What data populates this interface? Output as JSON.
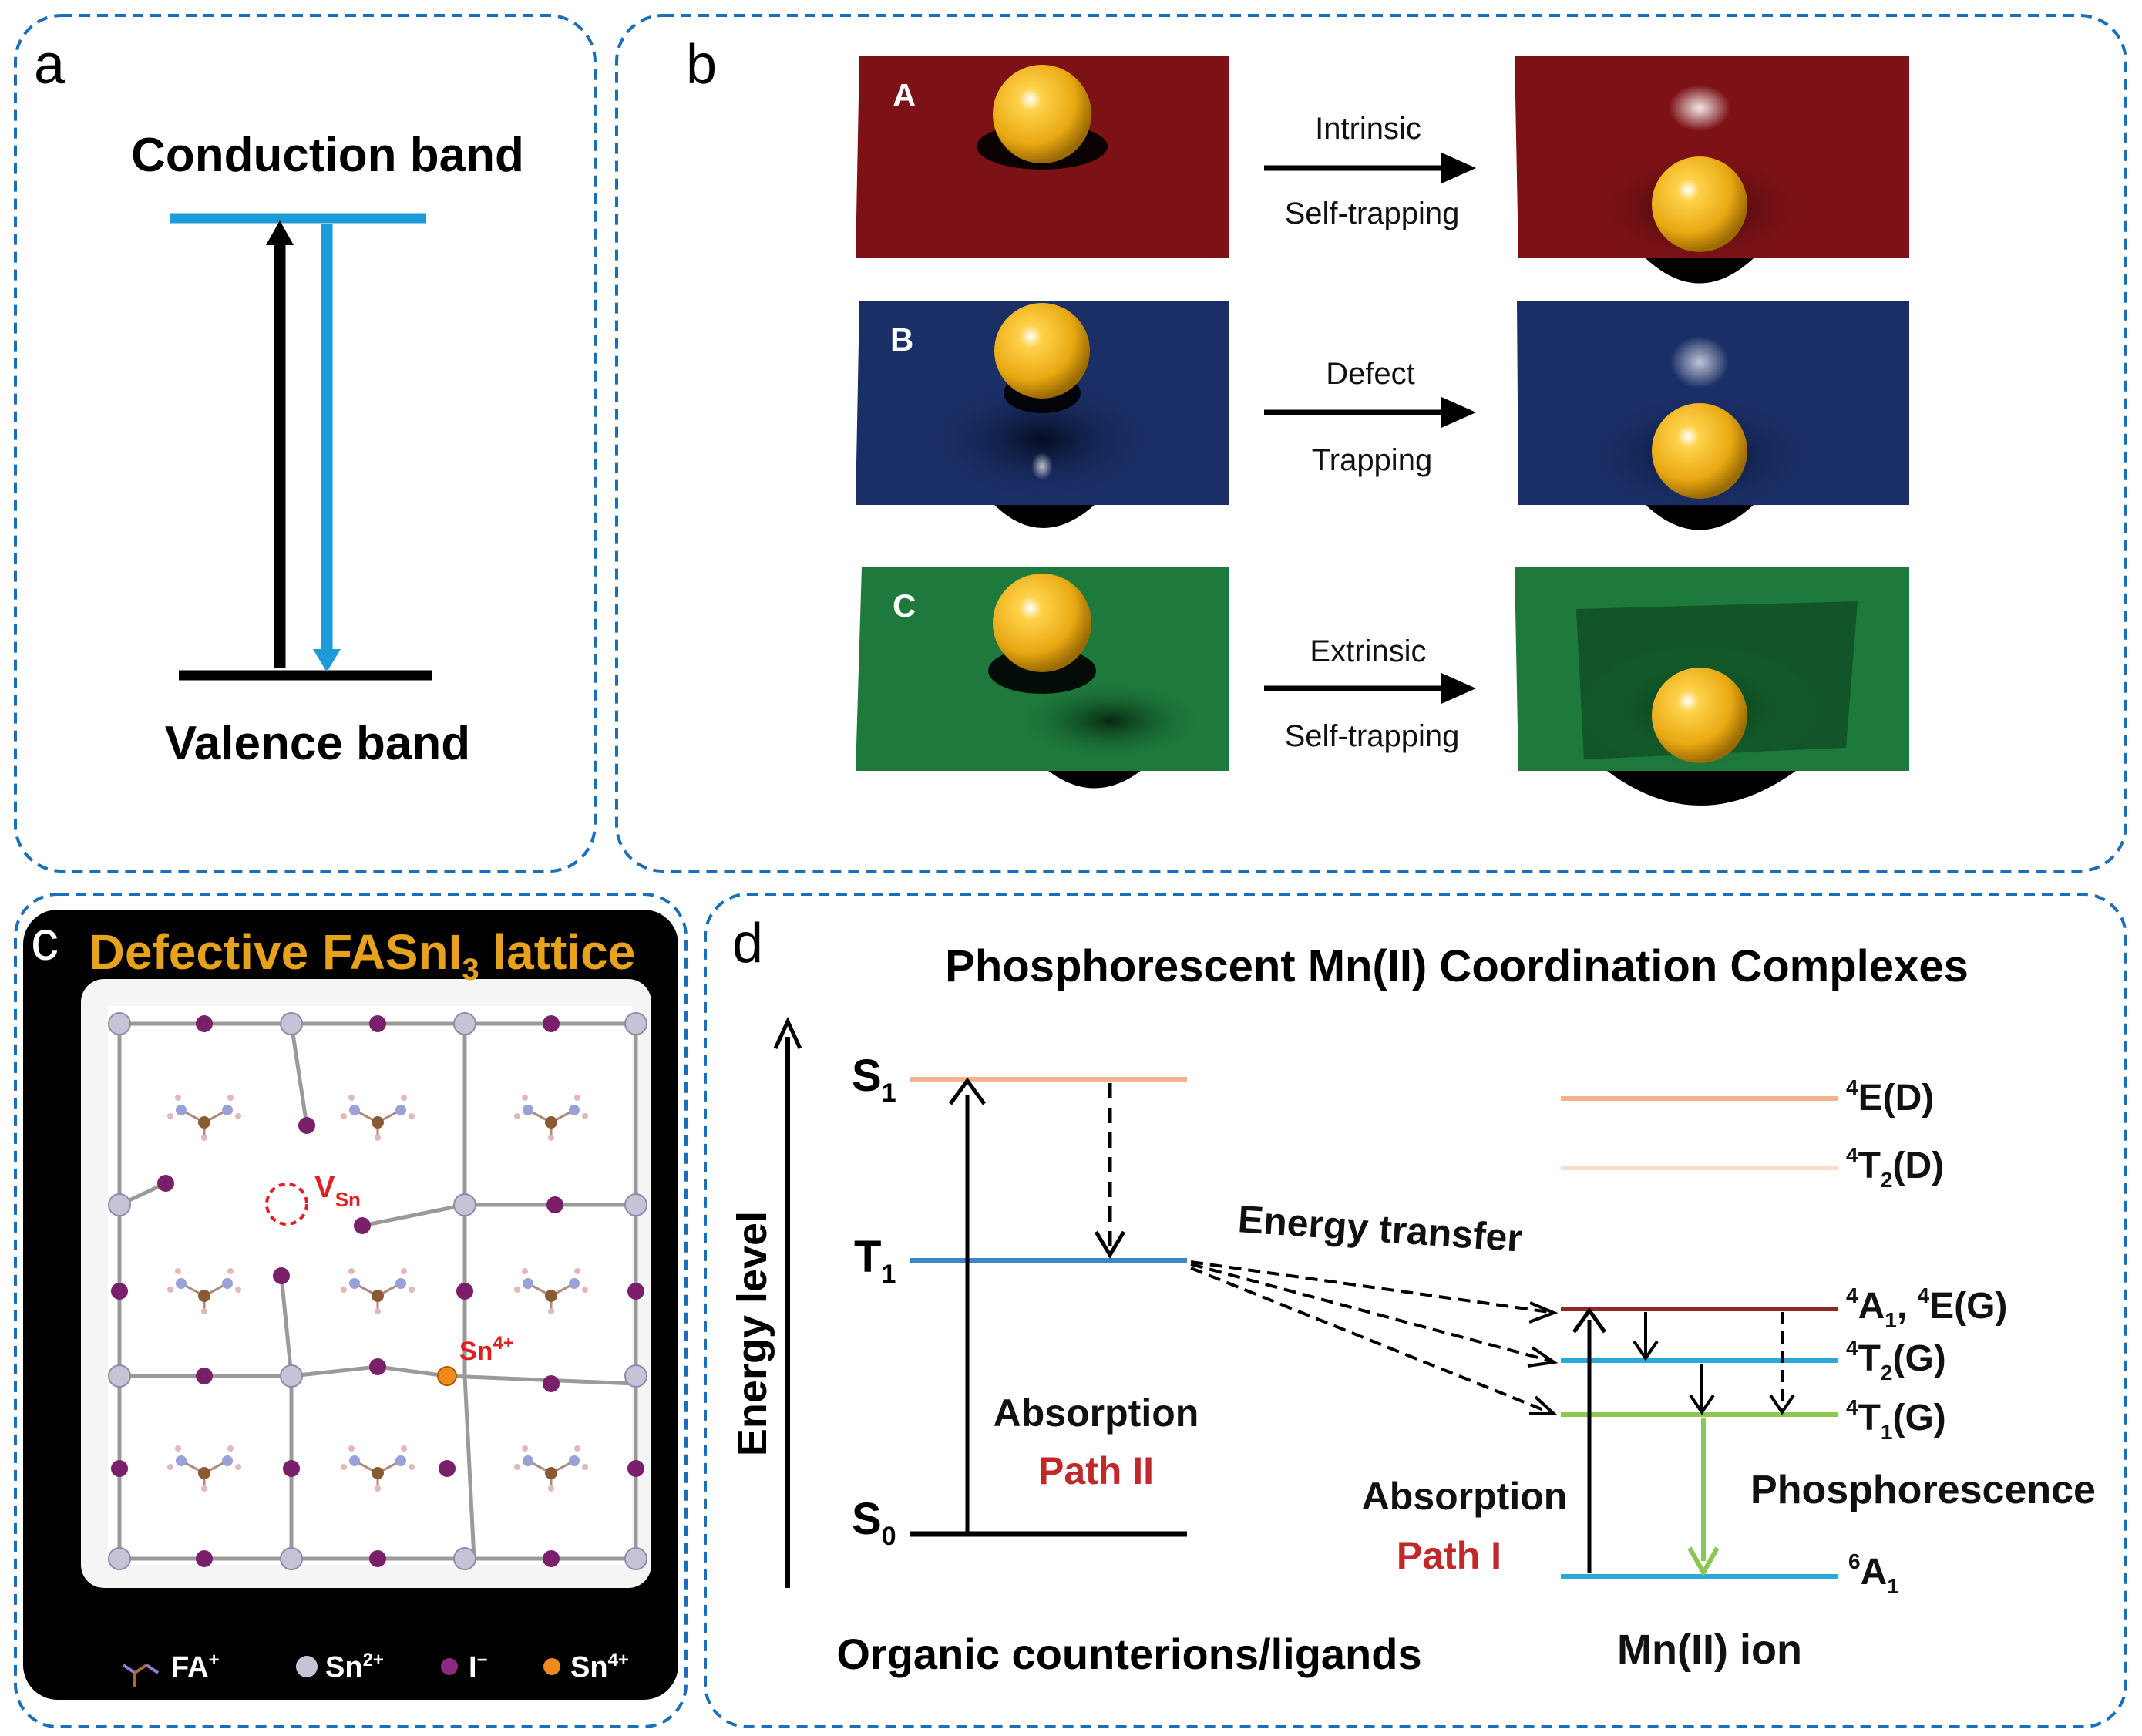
{
  "colors": {
    "frame": "#1a6fb8",
    "blue_level": "#1e9ad6",
    "red_plane": "#7d1216",
    "blue_plane": "#1a2f66",
    "green_plane": "#1e7a3c",
    "ball": "#f2b51a",
    "orange_title": "#e6a21c",
    "path_red": "#c0282a",
    "s1_level": "#f2b391",
    "t1_level": "#3a86c8",
    "green_level": "#8cc653",
    "dark_red_level": "#8c2a2a",
    "cyan_level": "#2aa8d8",
    "iodide": "#7a1f6a",
    "tin2": "#c7c3d6",
    "tin4": "#f08a1c"
  },
  "panel_a": {
    "label": "a",
    "conduction": "Conduction band",
    "valence": "Valence band"
  },
  "panel_b": {
    "label": "b",
    "rows": [
      {
        "tag": "A",
        "top": "Intrinsic",
        "bottom": "Self-trapping"
      },
      {
        "tag": "B",
        "top": "Defect",
        "bottom": "Trapping"
      },
      {
        "tag": "C",
        "top": "Extrinsic",
        "bottom": "Self-trapping"
      }
    ]
  },
  "panel_c": {
    "label": "c",
    "title_main": "Defective FASnI",
    "title_sub": "3",
    "title_end": " lattice",
    "vacancy": "V",
    "vacancy_sub": "Sn",
    "sn4_annot": "Sn",
    "sn4_annot_sup": "4+",
    "legend": {
      "fa": "FA",
      "fa_sup": "+",
      "sn2": "Sn",
      "sn2_sup": "2+",
      "iodide": "I",
      "iodide_sup": "−",
      "sn4": "Sn",
      "sn4_sup": "4+"
    }
  },
  "panel_d": {
    "label": "d",
    "title": "Phosphorescent Mn(II) Coordination Complexes",
    "energy_axis": "Energy level",
    "s1": "S",
    "s1_sub": "1",
    "t1": "T",
    "t1_sub": "1",
    "s0": "S",
    "s0_sub": "0",
    "absorption": "Absorption",
    "path2": "Path II",
    "path1": "Path I",
    "energy_transfer": "Energy transfer",
    "phosphorescence": "Phosphorescence",
    "organic": "Organic counterions/ligands",
    "mn_ion": "Mn(II) ion",
    "levels": {
      "e_d": {
        "sup": "4",
        "text": "E(D)"
      },
      "t2_d": {
        "sup": "4",
        "main": "T",
        "sub": "2",
        "text": "(D)"
      },
      "a1_e_g": {
        "sup": "4",
        "main": "A",
        "sub": "1",
        "mid": ", ",
        "sup2": "4",
        "text": "E(G)"
      },
      "t2_g": {
        "sup": "4",
        "main": "T",
        "sub": "2",
        "text": "(G)"
      },
      "t1_g": {
        "sup": "4",
        "main": "T",
        "sub": "1",
        "text": "(G)"
      },
      "a1_6": {
        "sup": "6",
        "main": "A",
        "sub": "1"
      }
    }
  }
}
